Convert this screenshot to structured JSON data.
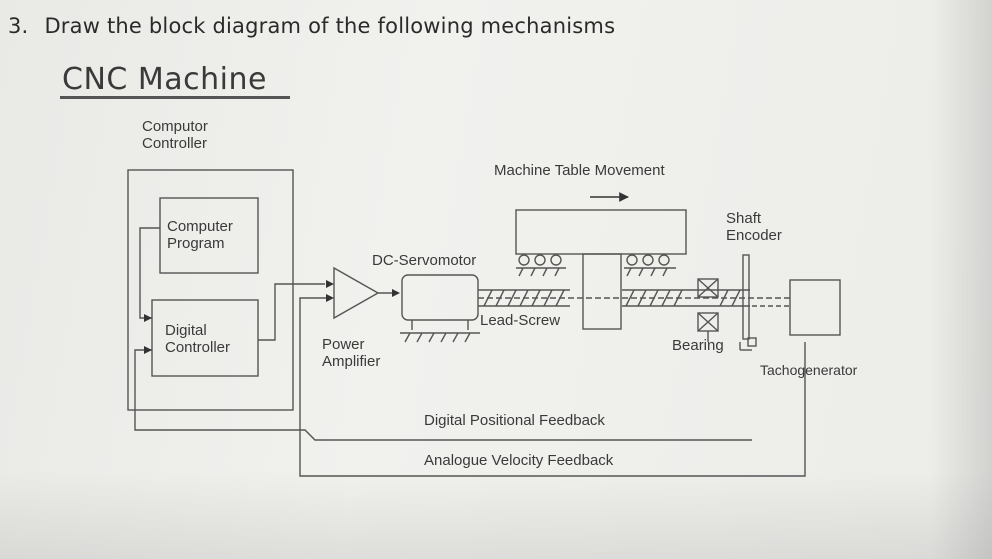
{
  "question": {
    "number": "3.",
    "text": "Draw the block diagram of the following mechanisms"
  },
  "subtitle": "CNC Machine",
  "diagram": {
    "computer_controller": [
      "Computor",
      "Controller"
    ],
    "computer_program": [
      "Computer",
      "Program"
    ],
    "digital_controller": [
      "Digital",
      "Controller"
    ],
    "power_amplifier": [
      "Power",
      "Amplifier"
    ],
    "dc_servomotor": "DC-Servomotor",
    "machine_table_movement": "Machine Table Movement",
    "lead_screw": "Lead-Screw",
    "shaft_encoder": [
      "Shaft",
      "Encoder"
    ],
    "bearing": "Bearing",
    "tachogenerator": "Tachogenerator",
    "digital_feedback": "Digital Positional Feedback",
    "analogue_feedback": "Analogue Velocity Feedback"
  }
}
